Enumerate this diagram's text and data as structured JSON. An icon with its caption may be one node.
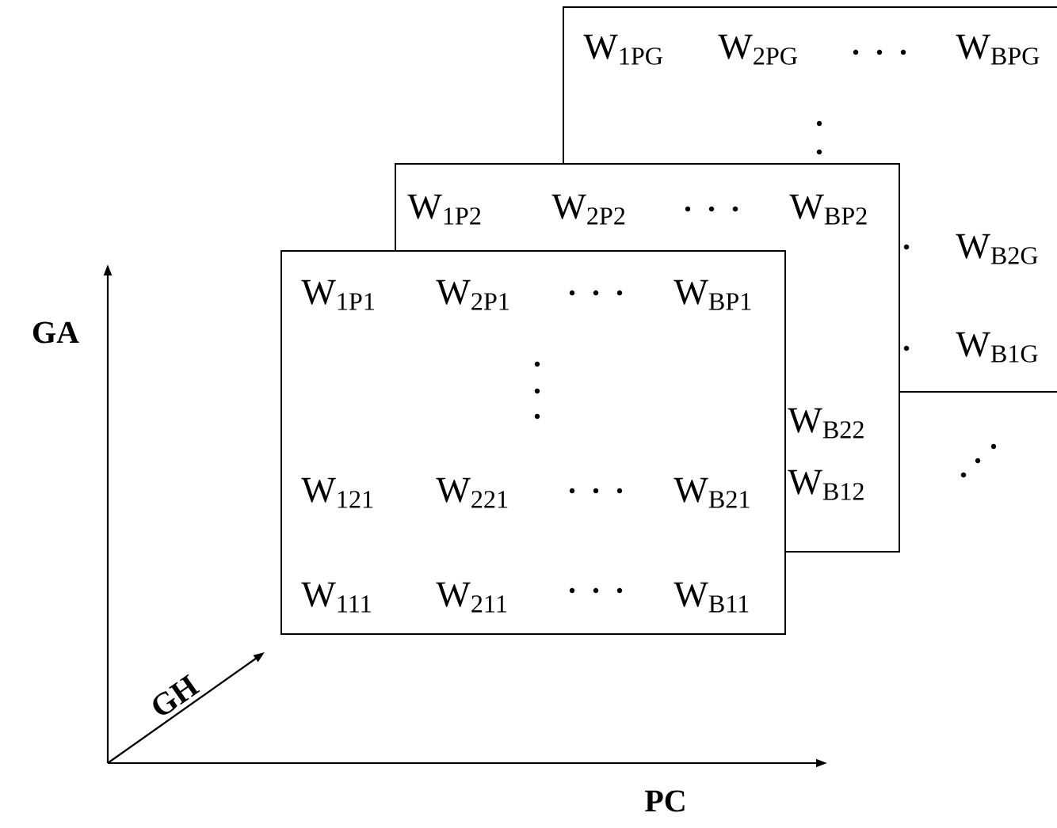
{
  "diagram": {
    "nodes": [
      {
        "text": [],
        "shape": "box"
      },
      {
        "text": [
          "W$_{1PG}$"
        ],
        "in": 0
      },
      {
        "text": [
          "W$_{2PG}$"
        ],
        "in": 0
      },
      {
        "text": [
          "W$_{BPG}$"
        ],
        "in": 0
      },
      {
        "text": [
          "W$_{B2G}$"
        ],
        "in": 0
      },
      {
        "text": [
          "W$_{B1G}$"
        ],
        "in": 0
      },
      {
        "text": [],
        "shape": "box"
      },
      {
        "text": [
          "W$_{1P2}$"
        ],
        "in": 6
      },
      {
        "text": [
          "W$_{2P2}$"
        ],
        "in": 6
      },
      {
        "text": [
          "W$_{BP2}$"
        ]
      },
      {
        "text": [
          "W$_{B22}$"
        ],
        "in": 6
      },
      {
        "text": [
          "W$_{B12}$"
        ],
        "in": 6
      },
      {
        "text": [],
        "shape": "box"
      },
      {
        "text": [
          "W$_{1P1}$"
        ],
        "in": 12
      },
      {
        "text": [
          "W$_{2P1}$"
        ]
      },
      {
        "text": [
          "W$_{BP1}$"
        ]
      },
      {
        "text": [
          "W$_{121}$"
        ],
        "in": 12
      },
      {
        "text": [
          "W$_{221}$"
        ]
      },
      {
        "text": [
          "W$_{B21}$"
        ]
      },
      {
        "text": [
          "W$_{111}$"
        ],
        "in": 12
      },
      {
        "text": [
          "W$_{211}$"
        ],
        "in": 12
      },
      {
        "text": [
          "W$_{B11}$"
        ],
        "in": 12
      }
    ],
    "labels": [
      "GA",
      "GH",
      "PC"
    ]
  }
}
